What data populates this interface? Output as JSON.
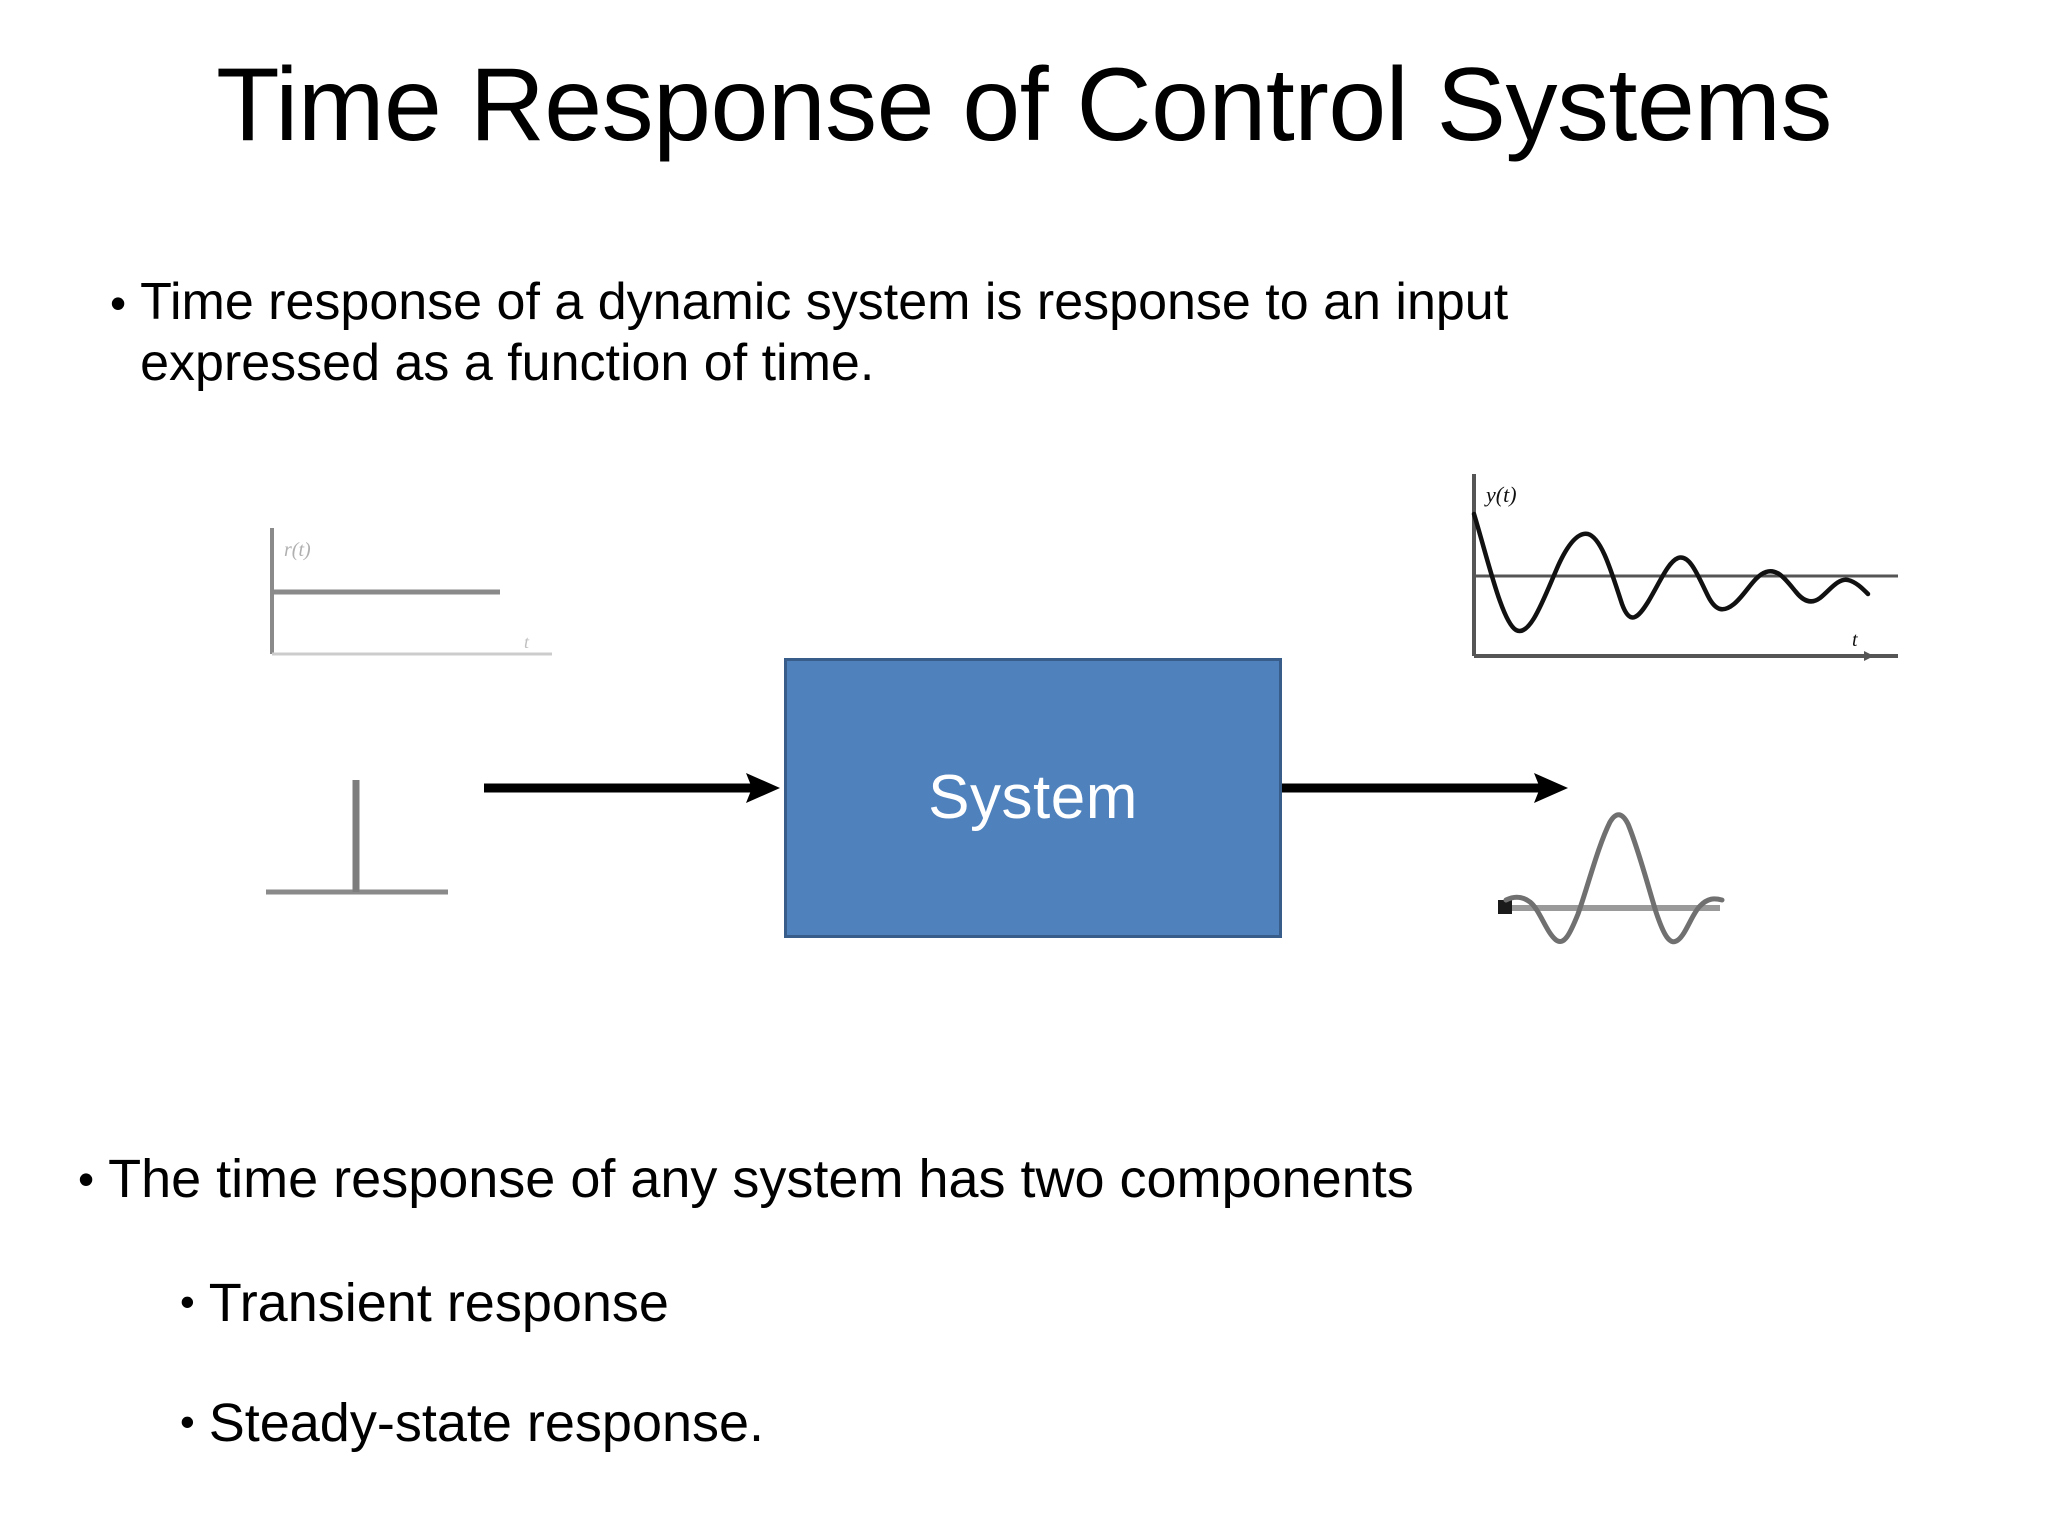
{
  "slide": {
    "title": "Time Response of Control Systems",
    "background_color": "#FFFFFF",
    "text_color": "#000000"
  },
  "bullets": {
    "intro": {
      "marker": "•",
      "line1": "Time response of a dynamic system is response to an input",
      "line2": "expressed as a function of time."
    },
    "components": {
      "marker": "•",
      "text": "The time response of any system has two components"
    },
    "sub": [
      {
        "marker": "•",
        "text": "Transient response"
      },
      {
        "marker": "•",
        "text": "Steady-state response."
      }
    ]
  },
  "diagram": {
    "system_block": {
      "label": "System",
      "fill_color": "#4F81BD",
      "border_color": "#385D8A",
      "label_color": "#FFFFFF"
    },
    "arrows": [
      {
        "name": "input-arrow",
        "direction": "right"
      },
      {
        "name": "output-arrow",
        "direction": "right"
      }
    ],
    "input_plots": [
      {
        "name": "step-input-plot",
        "type": "step",
        "y_axis_label": "r(t)",
        "x_axis_label": "t",
        "description": "Unit step input signal"
      },
      {
        "name": "impulse-input-plot",
        "type": "impulse",
        "y_axis_label": "",
        "x_axis_label": "",
        "description": "Unit impulse (delta) input signal"
      }
    ],
    "output_plots": [
      {
        "name": "damped-oscillation-plot",
        "type": "line",
        "y_axis_label": "y(t)",
        "x_axis_label": "t",
        "description": "Damped oscillatory step response settling to steady state"
      },
      {
        "name": "impulse-response-plot",
        "type": "line",
        "y_axis_label": "",
        "x_axis_label": "",
        "description": "Impulse response waveform with a central peak and small side lobes"
      }
    ]
  }
}
